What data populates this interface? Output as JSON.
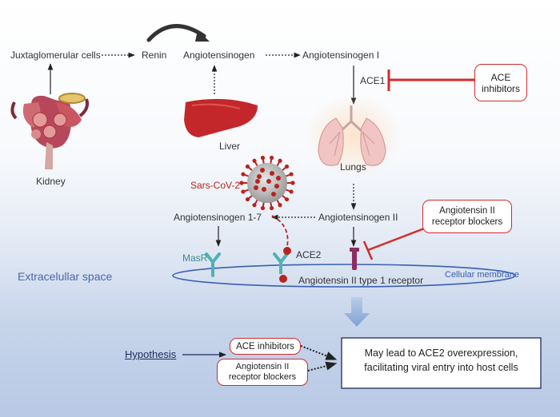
{
  "labels": {
    "juxtaglomerular": "Juxtaglomerular cells",
    "renin": "Renin",
    "angiotensinogen": "Angiotensinogen",
    "angiotensinogen_1": "Angiotensinogen I",
    "ace1": "ACE1",
    "kidney": "Kidney",
    "liver": "Liver",
    "lungs": "Lungs",
    "sars": "Sars-CoV-2",
    "angiotensinogen_17": "Angiotensinogen 1-7",
    "angiotensinogen_2": "Angiotensinogen II",
    "masr": "MasR",
    "ace2": "ACE2",
    "at1_receptor": "Angiotensin II type 1 receptor",
    "cellular_membrane": "Cellular membrane",
    "extracellular": "Extracelullar space",
    "hypothesis": "Hypothesis"
  },
  "boxes": {
    "ace_inhibitors_top": "ACE\ninhibitors",
    "arb_top": "Angiotensin II\nreceptor blockers",
    "ace_inhibitors_bottom": "ACE inhibitors",
    "arb_bottom": "Angiotensin II\nreceptor blockers",
    "conclusion": "May lead to ACE2 overexpression,\nfacilitating viral entry into host cells"
  },
  "colors": {
    "inhibitor_red": "#d32b2b",
    "virus_red": "#b8241f",
    "membrane_blue": "#3a5fb0",
    "receptor_teal": "#4fb1b4",
    "at1_purple": "#8e2d5f",
    "hypothesis_navy": "#1f2d5c"
  },
  "icons": [
    "kidney-illustration",
    "liver-illustration",
    "lungs-illustration",
    "virus-illustration",
    "receptor-icon"
  ]
}
